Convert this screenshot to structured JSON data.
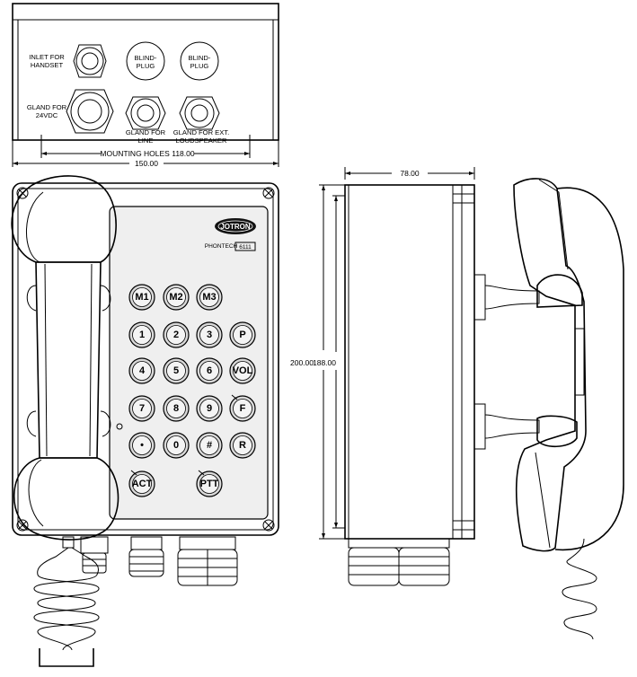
{
  "bottom_view": {
    "labels": {
      "inlet_handset": [
        "INLET FOR",
        "HANDSET"
      ],
      "gland_24vdc": [
        "GLAND FOR",
        "24VDC"
      ],
      "blind_plug_1": [
        "BLIND-",
        "PLUG"
      ],
      "blind_plug_2": [
        "BLIND-",
        "PLUG"
      ],
      "gland_line": [
        "GLAND FOR",
        "LINE"
      ],
      "gland_ext_loudspeaker": [
        "GLAND FOR EXT.",
        "LOUDSPEAKER"
      ]
    },
    "mounting_holes": "MOUNTING HOLES 118.00",
    "width": "150.00"
  },
  "front_view": {
    "brand": "JOTRON",
    "model": "PHONTECH",
    "model_number": "6111",
    "keys": [
      [
        "M1",
        "M2",
        "M3"
      ],
      [
        "1",
        "2",
        "3",
        "P"
      ],
      [
        "4",
        "5",
        "6",
        "VOL"
      ],
      [
        "7",
        "8",
        "9",
        "F"
      ],
      [
        "•",
        "0",
        "#",
        "R"
      ]
    ],
    "act_label": "ACT",
    "ptt_label": "PTT"
  },
  "side_view": {
    "depth": "78.00",
    "height_outer": "200.00",
    "height_inner": "188.00"
  }
}
